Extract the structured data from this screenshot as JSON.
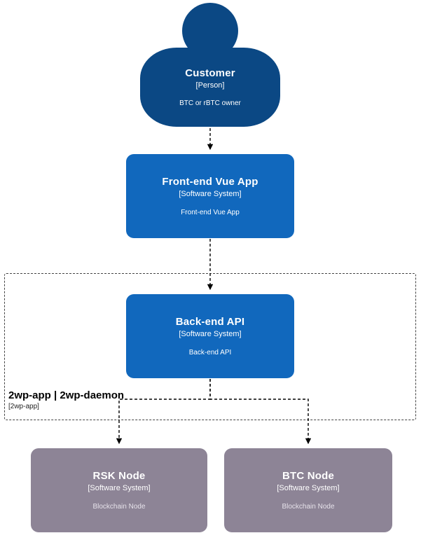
{
  "diagram": {
    "type": "c4-context",
    "boundary": {
      "title": "2wp-app | 2wp-daemon",
      "subtitle": "[2wp-app]"
    },
    "nodes": [
      {
        "id": "customer",
        "shape": "person",
        "title": "Customer",
        "subtitle": "[Person]",
        "description": "BTC or rBTC owner",
        "color": "#0b4884"
      },
      {
        "id": "frontend",
        "shape": "box",
        "title": "Front-end Vue App",
        "subtitle": "[Software System]",
        "description": "Front-end Vue App",
        "color": "#1168bd"
      },
      {
        "id": "backend",
        "shape": "box",
        "title": "Back-end API",
        "subtitle": "[Software System]",
        "description": "Back-end API",
        "color": "#1168bd"
      },
      {
        "id": "rsk-node",
        "shape": "box",
        "title": "RSK Node",
        "subtitle": "[Software System]",
        "description": "Blockchain Node",
        "color": "#8d8496"
      },
      {
        "id": "btc-node",
        "shape": "box",
        "title": "BTC Node",
        "subtitle": "[Software System]",
        "description": "Blockchain Node",
        "color": "#8d8496"
      }
    ],
    "edges": [
      {
        "from": "customer",
        "to": "frontend",
        "label": ""
      },
      {
        "from": "frontend",
        "to": "backend",
        "label": ""
      },
      {
        "from": "backend",
        "to": "rsk-node",
        "label": ""
      },
      {
        "from": "backend",
        "to": "btc-node",
        "label": ""
      }
    ]
  }
}
